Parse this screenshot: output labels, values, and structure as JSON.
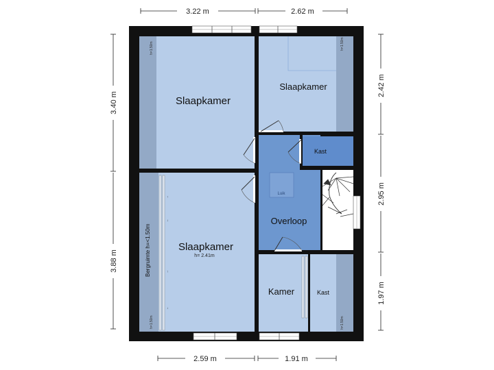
{
  "dimensions": {
    "top_left": "3.22 m",
    "top_right": "2.62 m",
    "bottom_left": "2.59 m",
    "bottom_right": "1.91 m",
    "left_top": "3.40 m",
    "left_bottom": "3.88 m",
    "right_top": "2.42 m",
    "right_middle": "2.95 m",
    "right_bottom": "1.97 m"
  },
  "rooms": {
    "slaapkamer_top_left": "Slaapkamer",
    "slaapkamer_top_right": "Slaapkamer",
    "slaapkamer_bottom": "Slaapkamer",
    "slaapkamer_bottom_height": "h= 2.41m",
    "overloop": "Overloop",
    "luik": "Luik",
    "kast_top": "Kast",
    "kamer": "Kamer",
    "kast_bottom": "Kast",
    "bergruimte": "Bergruimte h=<1.50m"
  },
  "height_marks": {
    "h150": "h=1.50m"
  },
  "colors": {
    "wall": "#111111",
    "room_light": "#b7cde9",
    "room_overloop": "#6d97cf",
    "room_kast": "#5f8ccc",
    "low_area": "#93a9c6",
    "dimension_line": "#222222"
  }
}
